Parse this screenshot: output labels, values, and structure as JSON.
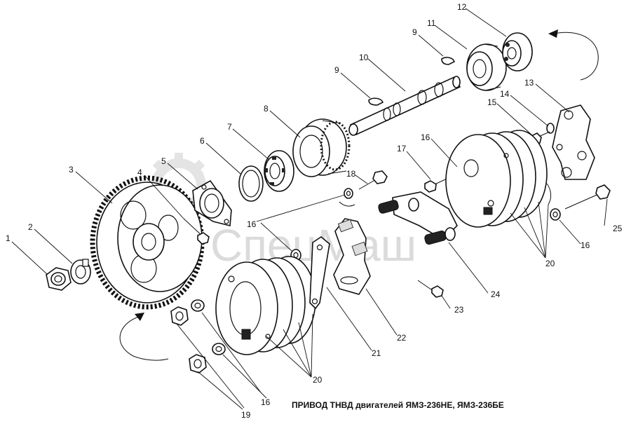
{
  "title": "ПРИВОД ТНВД двигателей ЯМЗ-236НЕ, ЯМЗ-236БЕ",
  "watermark": "СпецМаш",
  "callouts": [
    "1",
    "2",
    "3",
    "4",
    "5",
    "6",
    "7",
    "8",
    "9",
    "9",
    "10",
    "11",
    "12",
    "13",
    "14",
    "15",
    "16",
    "16",
    "16",
    "16",
    "16",
    "17",
    "18",
    "19",
    "20",
    "20",
    "21",
    "22",
    "23",
    "24",
    "25"
  ],
  "colors": {
    "line": "#111111",
    "watermark": "#cfcfcf",
    "background": "#ffffff"
  }
}
